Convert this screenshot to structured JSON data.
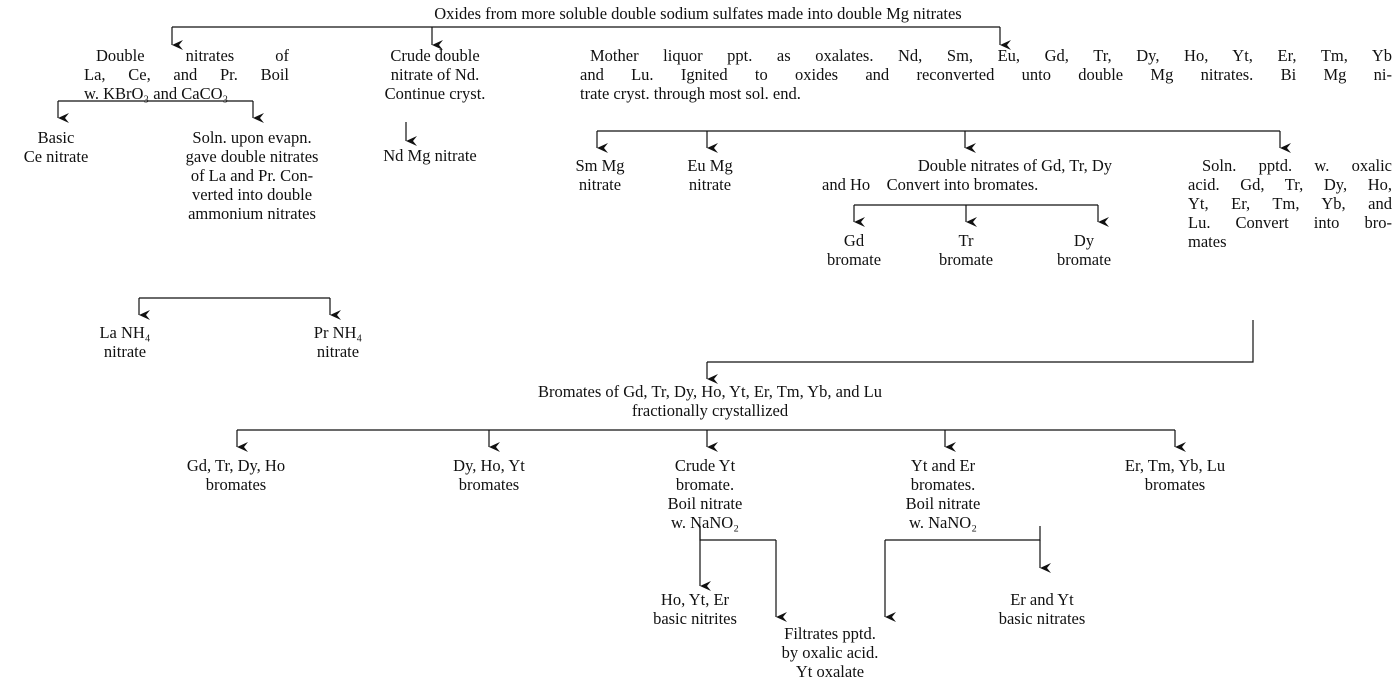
{
  "diagram": {
    "root": "Oxides from more soluble double sodium sulfates made into double Mg nitrates",
    "lace": [
      "Double nitrates of",
      "La, Ce, and Pr. Boil",
      "w. KBrO₃ and CaCO₃"
    ],
    "crude_nd": [
      "Crude double",
      "nitrate of Nd.",
      "Continue cryst."
    ],
    "nd_mg": "Nd Mg nitrate",
    "mother_liquor": [
      "Mother liquor ppt. as oxalates. Nd, Sm, Eu, Gd, Tr, Dy, Ho, Yt, Er, Tm, Yb",
      "and Lu. Ignited to oxides and reconverted unto double Mg nitrates. Bi Mg ni-",
      "trate cryst. through most sol. end."
    ],
    "basic_ce": [
      "Basic",
      "Ce nitrate"
    ],
    "soln_evap": [
      "Soln. upon evapn.",
      "gave double nitrates",
      "of La and Pr. Con-",
      "verted into double",
      "ammonium nitrates"
    ],
    "la_nh4": [
      "La NH₄",
      "nitrate"
    ],
    "pr_nh4": [
      "Pr NH₄",
      "nitrate"
    ],
    "sm_mg": [
      "Sm Mg",
      "nitrate"
    ],
    "eu_mg": [
      "Eu Mg",
      "nitrate"
    ],
    "double_gd": [
      "Double nitrates of Gd, Tr, Dy",
      "and Ho    Convert into bromates."
    ],
    "gd_bromate": [
      "Gd",
      "bromate"
    ],
    "tr_bromate": [
      "Tr",
      "bromate"
    ],
    "dy_bromate": [
      "Dy",
      "bromate"
    ],
    "soln_pptd": [
      "Soln. pptd. w. oxalic",
      "acid. Gd, Tr, Dy, Ho,",
      "Yt, Er, Tm, Yb, and",
      "Lu. Convert into bro-",
      "mates"
    ],
    "bromates_all": [
      "Bromates of Gd, Tr, Dy, Ho, Yt, Er, Tm, Yb, and Lu",
      "fractionally crystallized"
    ],
    "gd_ho_bromates": [
      "Gd, Tr, Dy, Ho",
      "bromates"
    ],
    "dy_yt_bromates": [
      "Dy, Ho, Yt",
      "bromates"
    ],
    "crude_yt": [
      "Crude Yt",
      "bromate.",
      "Boil nitrate",
      "w. NaNO₂"
    ],
    "yt_er_bromates": [
      "Yt and Er",
      "bromates.",
      "Boil nitrate",
      "w. NaNO₂"
    ],
    "er_lu_bromates": [
      "Er, Tm, Yb, Lu",
      "bromates"
    ],
    "ho_nitrites": [
      "Ho, Yt, Er",
      "basic nitrites"
    ],
    "er_yt_nitrates": [
      "Er and Yt",
      "basic nitrates"
    ],
    "filtrates": [
      "Filtrates pptd.",
      "by oxalic acid.",
      "Yt oxalate"
    ]
  }
}
